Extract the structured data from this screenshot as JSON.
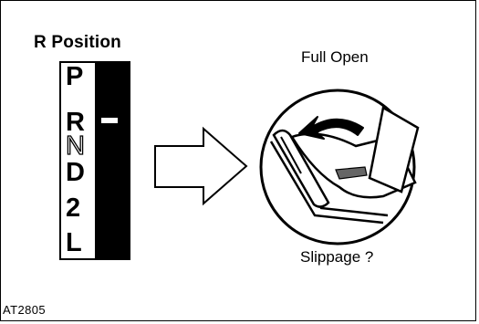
{
  "diagram": {
    "heading": "R Position",
    "full_open_label": "Full Open",
    "slippage_label": "Slippage ?",
    "figure_code": "AT2805",
    "shift_positions": [
      "P",
      "R",
      "N",
      "D",
      "2",
      "L"
    ],
    "selected_position": "R",
    "icons": [
      "gear-selector-icon",
      "right-arrow-icon",
      "accelerator-pedal-icon",
      "curved-arrow-icon"
    ]
  }
}
